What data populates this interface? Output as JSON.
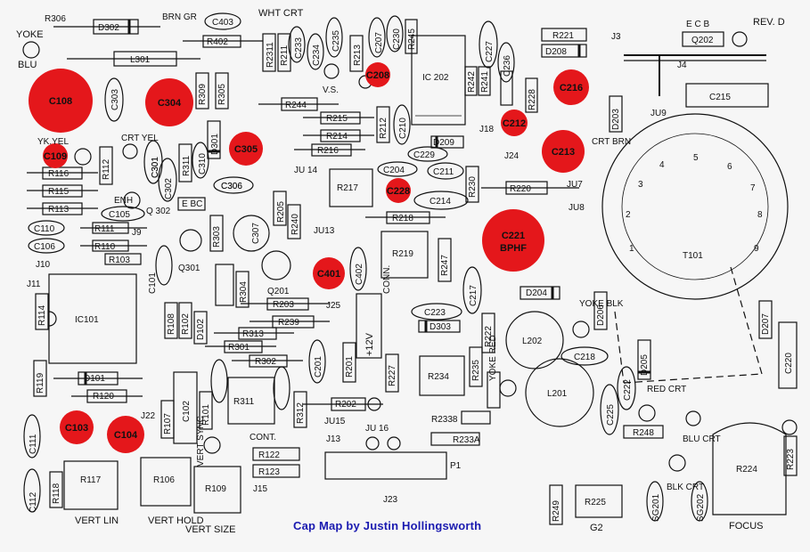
{
  "credit": "Cap Map by Justin Hollingsworth",
  "header": {
    "rev": "REV. D",
    "transistor_pins": "E  C  B"
  },
  "colors": {
    "highlight": "#e4171b",
    "ink": "#111111",
    "credit": "#1a1ab0"
  },
  "highlighted_caps": [
    {
      "ref": "C108"
    },
    {
      "ref": "C304"
    },
    {
      "ref": "C109"
    },
    {
      "ref": "C305"
    },
    {
      "ref": "C208"
    },
    {
      "ref": "C212"
    },
    {
      "ref": "C216"
    },
    {
      "ref": "C213"
    },
    {
      "ref": "C228"
    },
    {
      "ref": "C221",
      "note": "BPHF"
    },
    {
      "ref": "C401"
    },
    {
      "ref": "C103"
    },
    {
      "ref": "C104"
    }
  ],
  "components": [
    "R306",
    "D302",
    "C403",
    "R402",
    "L301",
    "C303",
    "R2311",
    "R211",
    "C233",
    "C234",
    "C235",
    "R213",
    "C207",
    "C230",
    "R245",
    "IC 202",
    "C227",
    "R221",
    "D208",
    "Q202",
    "J3",
    "J4",
    "C215",
    "C236",
    "R228",
    "R242",
    "R241",
    "R309",
    "R305",
    "R244",
    "R215",
    "R214",
    "R216",
    "R212",
    "C210",
    "D209",
    "C229",
    "C204",
    "C211",
    "R217",
    "R230",
    "R220",
    "R112",
    "C301",
    "R311",
    "D301",
    "C310",
    "R116",
    "R115",
    "R113",
    "C302",
    "C306",
    "R205",
    "R240",
    "C105",
    "C110",
    "C106",
    "R111",
    "R110",
    "R103",
    "R303",
    "C307",
    "R219",
    "R247",
    "R218",
    "C214",
    "C402",
    "Q201",
    "R304",
    "C301",
    "IC101",
    "R114",
    "R108",
    "R102",
    "D102",
    "R203",
    "R239",
    "R313",
    "R301",
    "R302",
    "C223",
    "D303",
    "R222",
    "L202",
    "C217",
    "D204",
    "D206",
    "C218",
    "D205",
    "C222",
    "C225",
    "L201",
    "R248",
    "R119",
    "D101",
    "R120",
    "C102",
    "R107",
    "R101",
    "C104",
    "R311",
    "C306",
    "R312",
    "R202",
    "R201",
    "R227",
    "C201",
    "R234",
    "R235",
    "R2338",
    "R233A",
    "C111",
    "C112",
    "R118",
    "R117",
    "R106",
    "R109",
    "R122",
    "R123",
    "R224",
    "R223",
    "R225",
    "R249",
    "SG201",
    "SG202",
    "C220",
    "D207",
    "D203",
    "T101",
    "C101"
  ],
  "labels": {
    "yoke": "YOKE",
    "blu": "BLU",
    "brn_gr": "BRN GR",
    "wht_crt": "WHT CRT",
    "vs": "V.S.",
    "yk_yel": "YK.YEL",
    "crt_yel": "CRT YEL",
    "enh": "ENH",
    "q302": "Q 302",
    "ebc": "E BC",
    "j9": "J9",
    "j10": "J10",
    "j11": "J11",
    "q301": "Q301",
    "ju14": "JU 14",
    "ju13": "JU13",
    "ju7": "JU7",
    "ju8": "JU8",
    "ju9": "JU9",
    "j24": "J24",
    "j18": "J18",
    "crt_brn": "CRT BRN",
    "conn": "CONN.",
    "plus12v": "+12V",
    "j25": "J25",
    "yoke_blk": "YOKE BLK",
    "yoke_red": "YOKE RED",
    "red_crt": "RED CRT",
    "blu_crt": "BLU CRT",
    "blk_crt": "BLK CRT",
    "ju15": "JU15",
    "j13": "J13",
    "ju16": "JU 16",
    "j23": "J23",
    "p1": "P1",
    "j22": "J22",
    "j15": "J15",
    "cont": "CONT.",
    "vert_sync": "VERT SYNC",
    "vert_lin": "VERT LIN",
    "vert_hold": "VERT HOLD",
    "vert_size": "VERT SIZE",
    "focus": "FOCUS",
    "g2": "G2"
  }
}
